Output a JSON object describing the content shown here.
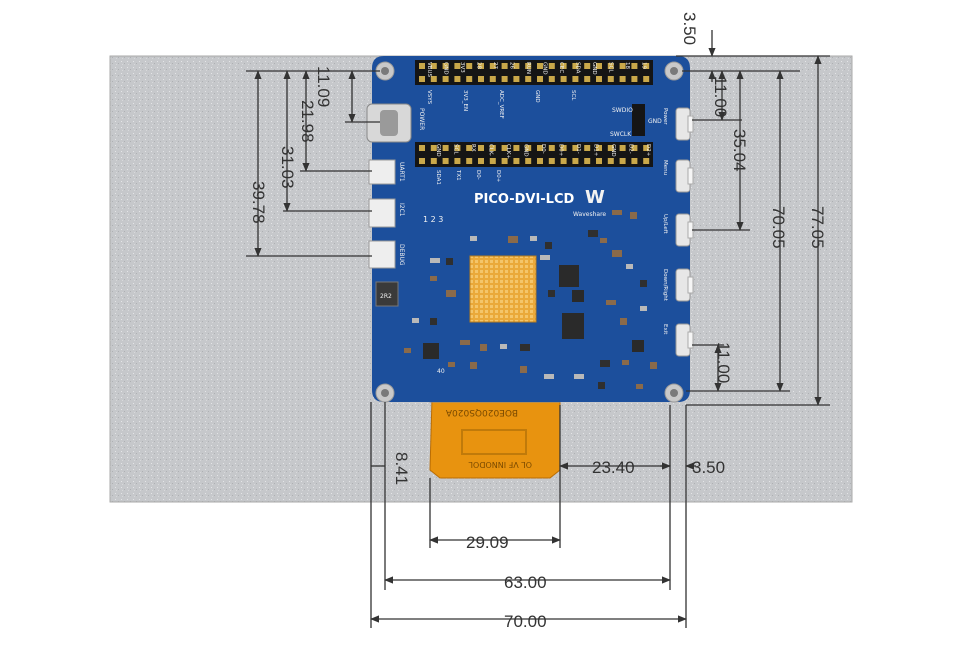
{
  "board": {
    "name": "PICO-DVI-LCD",
    "brand": "Waveshare",
    "header_pins_top": [
      "VBUS",
      "GND",
      "3V3",
      "28",
      "27",
      "26",
      "RUN",
      "GND",
      "CEC",
      "SDA",
      "GND",
      "SCL",
      "18",
      "19"
    ],
    "header_pins_top2": [
      "VSYS",
      "3V3_EN",
      "ADC_VREF",
      "GND",
      "SCL"
    ],
    "header_pins_bottom": [
      "GND",
      "SCL",
      "RX",
      "CLK-",
      "CLK+",
      "GND",
      "D0-",
      "D0+",
      "D1-",
      "D1+",
      "GND",
      "D2-",
      "D2+"
    ],
    "header_pins_bottom2": [
      "SDA1",
      "TX1",
      "D0-",
      "D0+"
    ],
    "debug_labels": [
      "SWDIO",
      "GND",
      "SWCLK"
    ],
    "connector_labels": [
      "POWER",
      "UART1",
      "I2C1",
      "DEBUG"
    ],
    "button_labels": [
      "Power",
      "Menu",
      "Up/Left",
      "Down/Right",
      "Exit"
    ],
    "misc_labels": [
      "1 2 3",
      "40",
      "2R2"
    ],
    "fpc_text": [
      "BOE020QS020A",
      "OL VF INNODOL"
    ],
    "colors": {
      "pcb": "#1c4f9c",
      "panel": "#c7c9cc",
      "fpc": "#e8930f",
      "heatsink": "#e9ad3e",
      "header": "#151515",
      "dimension": "#333333"
    }
  },
  "dimensions": {
    "left": [
      "11.09",
      "21.98",
      "31.03",
      "39.78"
    ],
    "right_top": "3.50",
    "right_11": "11.00",
    "right_35": "35.04",
    "right_70": "70.05",
    "right_77": "77.05",
    "right_bottom_11": "11.00",
    "fpc_left": "8.41",
    "fpc_23": "23.40",
    "fpc_3_5": "3.50",
    "bottom_29": "29.09",
    "bottom_63": "63.00",
    "bottom_70": "70.00"
  }
}
